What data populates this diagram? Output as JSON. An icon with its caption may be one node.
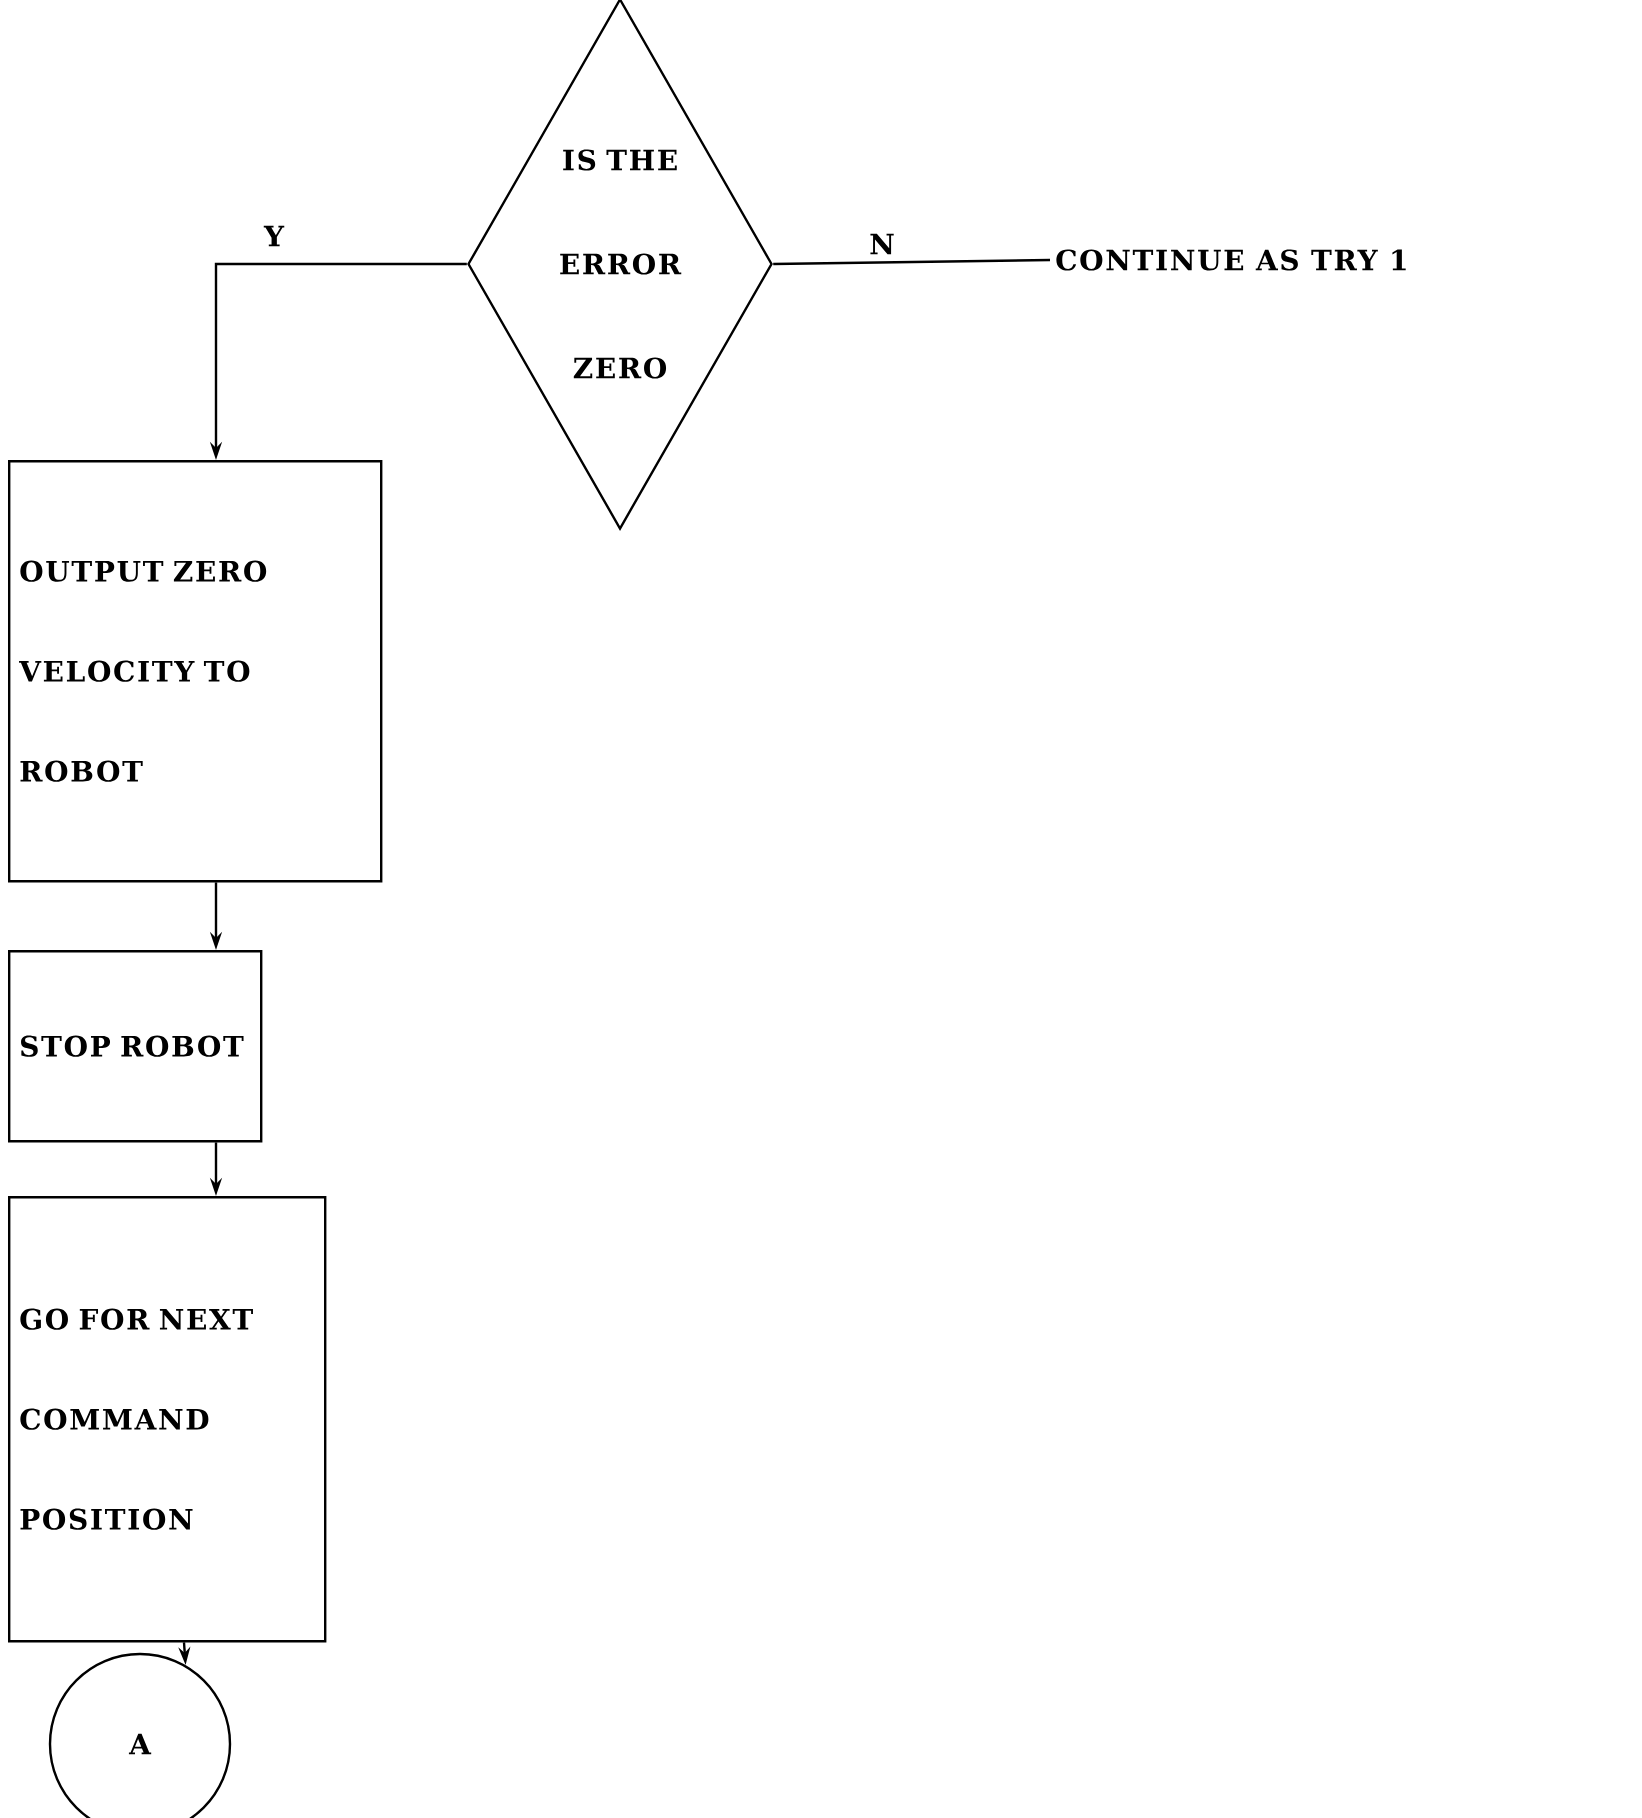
{
  "diagram": {
    "nodes": [
      {
        "text": [
          "IS THE ERROR ZERO"
        ]
      },
      {
        "text": [
          "CONTINUE AS TRY 1"
        ]
      },
      {
        "text": [
          "OUTPUT ZERO VELOCITY TO ROBOT"
        ]
      },
      {
        "text": [
          "STOP ROBOT"
        ]
      },
      {
        "text": [
          "GO FOR NEXT COMMAND POSITION"
        ]
      },
      {
        "text": [
          "A"
        ]
      }
    ],
    "edges": [
      {
        "from": 0,
        "to": 2,
        "arrow": "to",
        "label": "Y"
      },
      {
        "from": 0,
        "to": 1,
        "arrow": "none",
        "label": "N"
      },
      {
        "from": 2,
        "to": 3,
        "arrow": "to"
      },
      {
        "from": 3,
        "to": 4,
        "arrow": "to"
      },
      {
        "from": 4,
        "to": 5,
        "arrow": "to"
      }
    ]
  }
}
